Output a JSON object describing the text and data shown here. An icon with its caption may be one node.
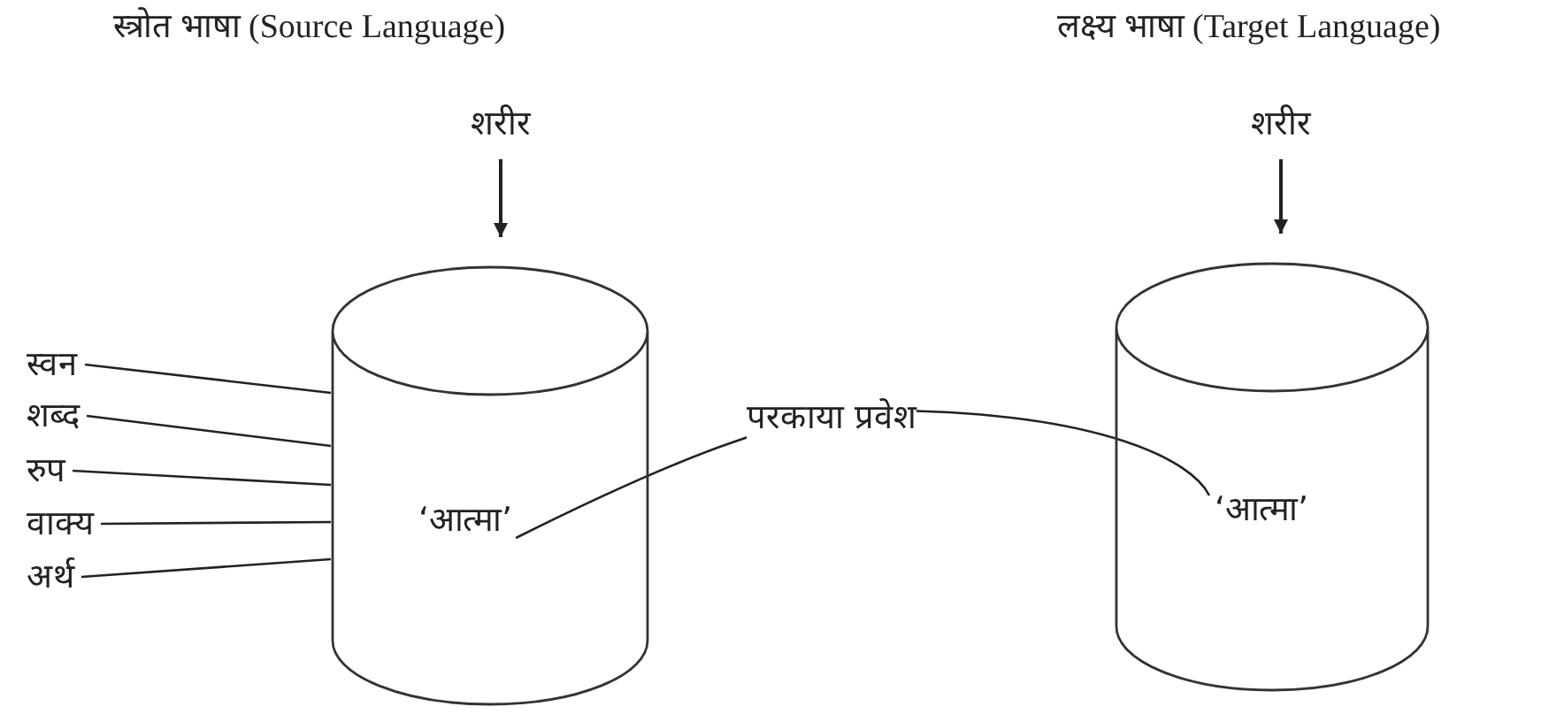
{
  "diagram": {
    "nodes": [
      {
        "text": [],
        "shape": "cylinder"
      },
      {
        "text": [
          "‘आत्मा’"
        ],
        "in": 0
      },
      {
        "text": [],
        "shape": "cylinder"
      },
      {
        "text": [
          "‘आत्मा’"
        ],
        "in": 2
      },
      {
        "text": [
          "शरीर"
        ]
      },
      {
        "text": [
          "शरीर"
        ]
      },
      {
        "text": [
          "स्वन"
        ]
      },
      {
        "text": [
          "शब्द"
        ]
      },
      {
        "text": [
          "रुप"
        ]
      },
      {
        "text": [
          "वाक्य"
        ]
      },
      {
        "text": [
          "अर्थ"
        ]
      }
    ],
    "edges": [
      {
        "from": 4,
        "to": 0,
        "arrow": "to"
      },
      {
        "from": 5,
        "to": 2,
        "arrow": "to"
      },
      {
        "from": 6,
        "to": 0,
        "arrow": "none"
      },
      {
        "from": 7,
        "to": 0,
        "arrow": "none"
      },
      {
        "from": 8,
        "to": 0,
        "arrow": "none"
      },
      {
        "from": 9,
        "to": 0,
        "arrow": "none"
      },
      {
        "from": 10,
        "to": 0,
        "arrow": "none"
      },
      {
        "from": 1,
        "to": 3,
        "arrow": "none",
        "label": "परकाया प्रवेश"
      }
    ],
    "labels": [
      "स्त्रोत भाषा (Source Language)",
      "लक्ष्य भाषा (Target Language)"
    ]
  }
}
